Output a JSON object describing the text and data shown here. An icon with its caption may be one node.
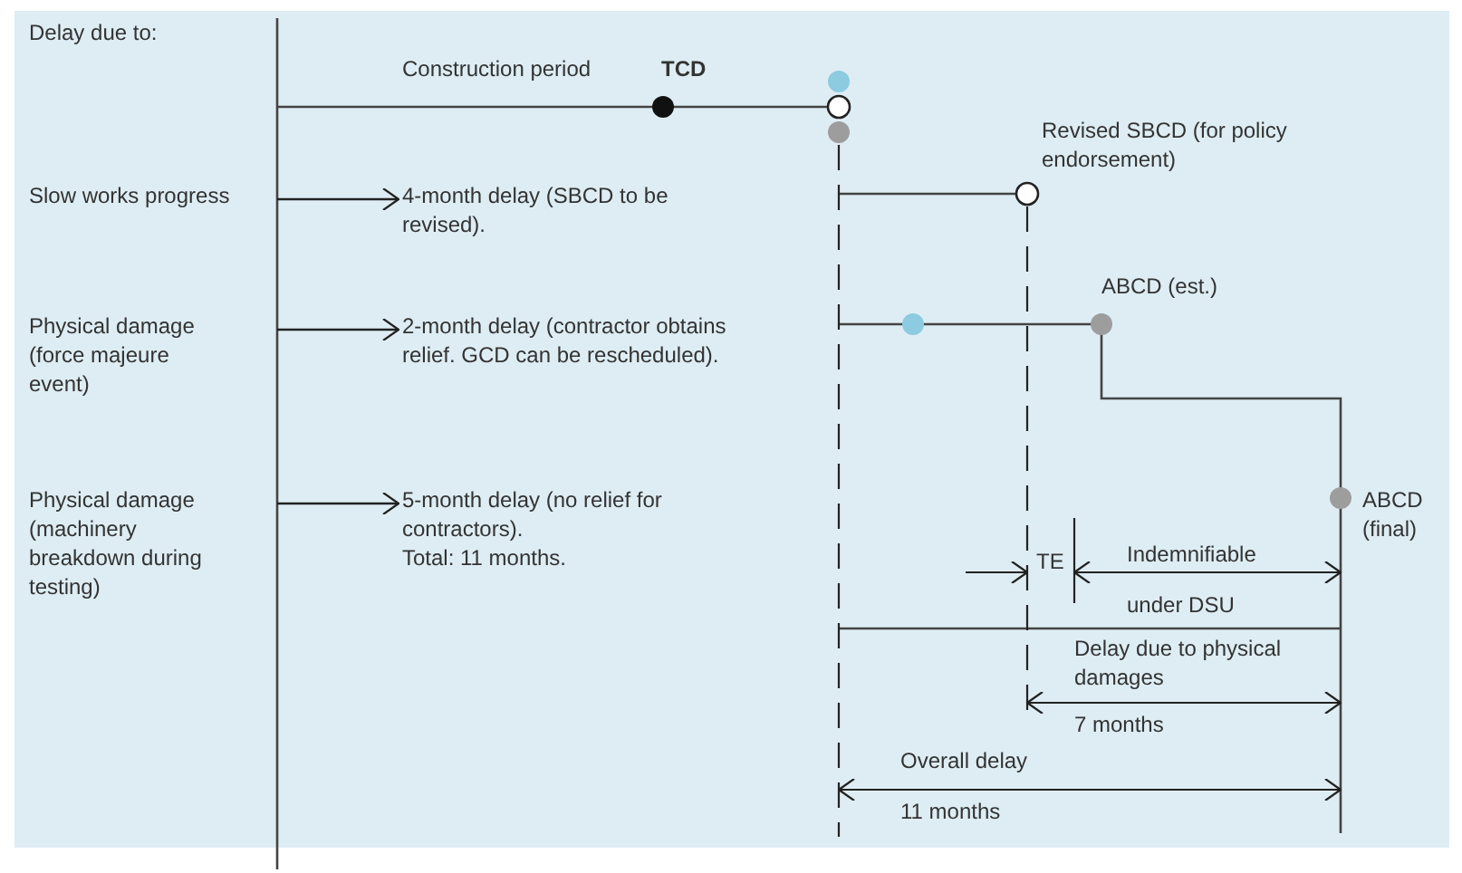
{
  "diagram": {
    "nodes": [
      {
        "text": [
          "Slow works progress"
        ]
      },
      {
        "text": [
          "4-month delay (SBCD to be revised)."
        ]
      },
      {
        "text": [
          "Physical damage (force majeure event)"
        ]
      },
      {
        "text": [
          "2-month delay (contractor obtains relief. GCD can be rescheduled)."
        ]
      },
      {
        "text": [
          "Physical damage (machinery breakdown during testing)"
        ]
      },
      {
        "text": [
          "5-month delay (no relief for contractors).",
          "Total: 11 months."
        ]
      }
    ],
    "edges": [
      {
        "from": 0,
        "to": 1,
        "arrow": "to"
      },
      {
        "from": 2,
        "to": 3,
        "arrow": "to"
      },
      {
        "from": 4,
        "to": 5,
        "arrow": "to"
      }
    ],
    "labels": [
      "Delay due to:",
      "Construction period",
      "TCD",
      "Revised SBCD (for policy endorsement)",
      "ABCD (est.)",
      "ABCD (final)",
      "TE",
      "Indemnifiable under DSU",
      "Delay due to physical damages",
      "7 months",
      "Overall delay",
      "11 months"
    ]
  }
}
